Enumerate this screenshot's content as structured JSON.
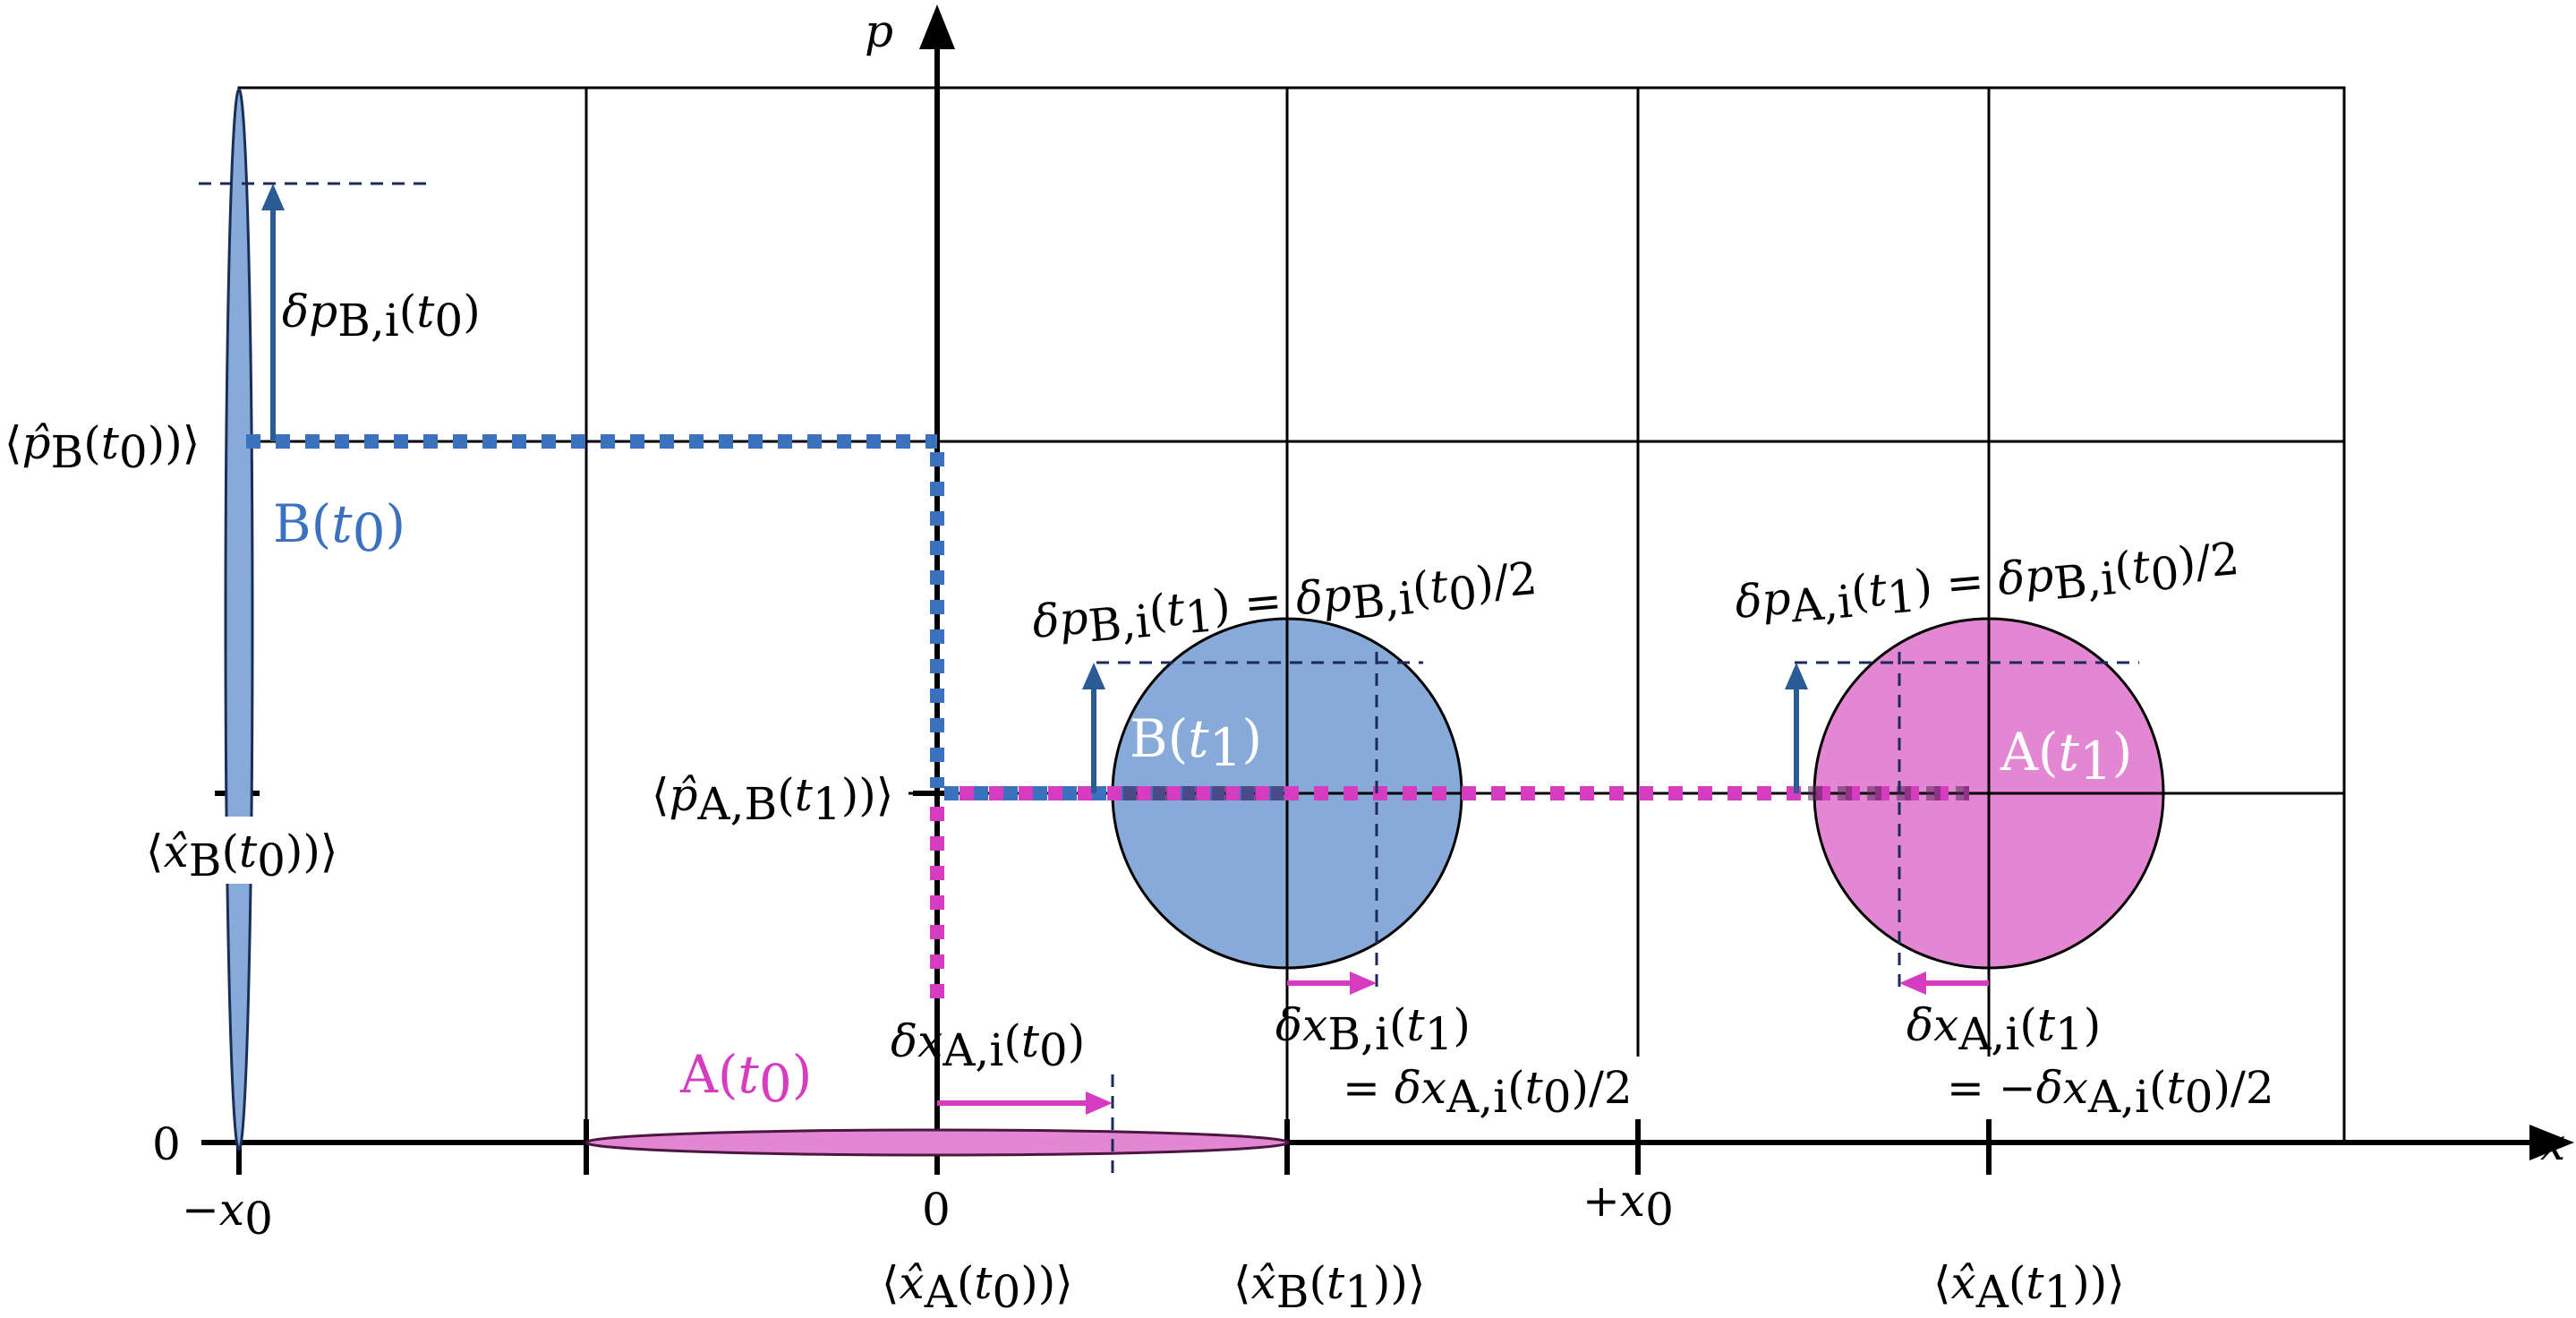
{
  "colors": {
    "grid": "#000000",
    "blue_fill": "#87aad8",
    "blue_dots": "#3a72c0",
    "blue_arrow": "#2b5b94",
    "magenta_fill": "#e487d2",
    "magenta_dots": "#d63cc0",
    "navy_dash": "#1c2a5a"
  },
  "axes": {
    "x_label": "x",
    "p_label": "p",
    "zero_left": "0",
    "tick_neg_x0": {
      "sign": "−",
      "sym": "x",
      "sub": "0"
    },
    "tick_zero": "0",
    "tick_pos_x0": {
      "sign": "+",
      "sym": "x",
      "sub": "0"
    }
  },
  "labels": {
    "pB_t0": {
      "open": "⟨",
      "sym": "p̂",
      "sub": "B",
      "arg_open": "(",
      "t": "t",
      "tsub": "0",
      "close": "))⟩"
    },
    "xB_t0": {
      "open": "⟨",
      "sym": "x̂",
      "sub": "B",
      "arg_open": "(",
      "t": "t",
      "tsub": "0",
      "close": "))⟩"
    },
    "pAB_t1": {
      "open": "⟨",
      "sym": "p̂",
      "sub": "A,B",
      "arg_open": "(",
      "t": "t",
      "tsub": "1",
      "close": "))⟩"
    },
    "xA_t0": {
      "open": "⟨",
      "sym": "x̂",
      "sub": "A",
      "arg_open": "(",
      "t": "t",
      "tsub": "0",
      "close": "))⟩"
    },
    "xB_t1": {
      "open": "⟨",
      "sym": "x̂",
      "sub": "B",
      "arg_open": "(",
      "t": "t",
      "tsub": "1",
      "close": "))⟩"
    },
    "xA_t1": {
      "open": "⟨",
      "sym": "x̂",
      "sub": "A",
      "arg_open": "(",
      "t": "t",
      "tsub": "1",
      "close": "))⟩"
    },
    "B_t0": {
      "name": "B",
      "t": "t",
      "tsub": "0"
    },
    "A_t0": {
      "name": "A",
      "t": "t",
      "tsub": "0"
    },
    "B_t1": {
      "name": "B",
      "t": "t",
      "tsub": "1"
    },
    "A_t1": {
      "name": "A",
      "t": "t",
      "tsub": "1"
    },
    "dpBi_t0": {
      "d": "δ",
      "sym": "p",
      "sub": "B,i",
      "t": "t",
      "tsub": "0"
    },
    "dpBi_t1_eq": {
      "lhs_sym": "p",
      "lhs_sub": "B,i",
      "lhs_tsub": "1",
      "rhs_sym": "p",
      "rhs_sub": "B,i",
      "rhs_tsub": "0",
      "tail": "/2",
      "eq": "="
    },
    "dpAi_t1_eq": {
      "lhs_sym": "p",
      "lhs_sub": "A,i",
      "lhs_tsub": "1",
      "rhs_sym": "p",
      "rhs_sub": "B,i",
      "rhs_tsub": "0",
      "tail": "/2",
      "eq": "="
    },
    "dxAi_t0": {
      "d": "δ",
      "sym": "x",
      "sub": "A,i",
      "t": "t",
      "tsub": "0"
    },
    "dxBi_t1": {
      "d": "δ",
      "sym": "x",
      "sub": "B,i",
      "t": "t",
      "tsub": "1"
    },
    "dxBi_t1_rhs": {
      "eq": "=",
      "d": "δ",
      "sym": "x",
      "sub": "A,i",
      "t": "t",
      "tsub": "0",
      "tail": "/2"
    },
    "dxAi_t1": {
      "d": "δ",
      "sym": "x",
      "sub": "A,i",
      "t": "t",
      "tsub": "1"
    },
    "dxAi_t1_rhs": {
      "eq": "=",
      "neg": "−",
      "d": "δ",
      "sym": "x",
      "sub": "A,i",
      "t": "t",
      "tsub": "0",
      "tail": "/2"
    }
  }
}
